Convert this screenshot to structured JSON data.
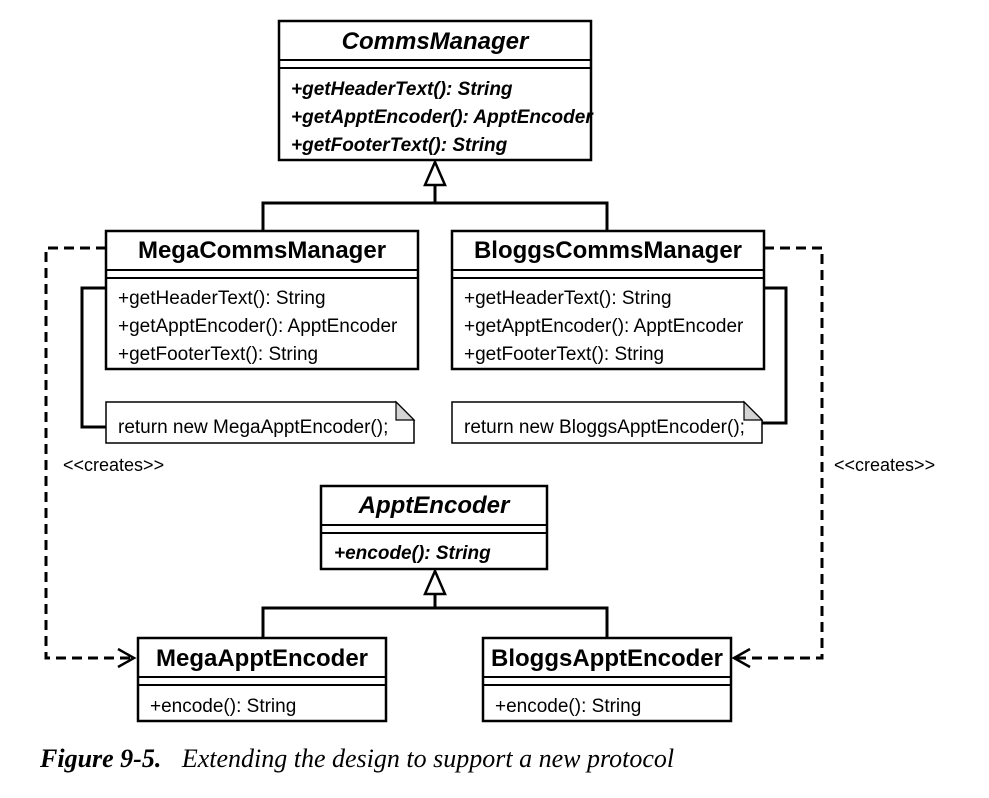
{
  "classes": {
    "comms_manager": {
      "name": "CommsManager",
      "abstract": true,
      "operations": [
        "+getHeaderText(): String",
        "+getApptEncoder(): ApptEncoder",
        "+getFooterText(): String"
      ]
    },
    "mega_comms_manager": {
      "name": "MegaCommsManager",
      "operations": [
        "+getHeaderText(): String",
        "+getApptEncoder(): ApptEncoder",
        "+getFooterText(): String"
      ]
    },
    "bloggs_comms_manager": {
      "name": "BloggsCommsManager",
      "operations": [
        "+getHeaderText(): String",
        "+getApptEncoder(): ApptEncoder",
        "+getFooterText(): String"
      ]
    },
    "appt_encoder": {
      "name": "ApptEncoder",
      "abstract": true,
      "operations": [
        "+encode(): String"
      ]
    },
    "mega_appt_encoder": {
      "name": "MegaApptEncoder",
      "operations": [
        "+encode(): String"
      ]
    },
    "bloggs_appt_encoder": {
      "name": "BloggsApptEncoder",
      "operations": [
        "+encode(): String"
      ]
    }
  },
  "notes": {
    "mega": "return new MegaApptEncoder();",
    "bloggs": "return new BloggsApptEncoder();"
  },
  "stereotypes": {
    "left": "<<creates>>",
    "right": "<<creates>>"
  },
  "caption": {
    "number": "Figure 9-5.",
    "text": "Extending the design to support a new protocol"
  }
}
